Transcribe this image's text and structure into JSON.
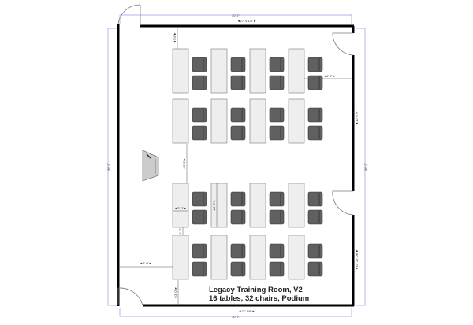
{
  "caption": {
    "title": "Legacy Training Room, V2",
    "subtitle": "16 tables, 32 chairs, Podium"
  },
  "dimensions": {
    "outer_width_top": "30' 2\"",
    "inner_width_top": "◄27' 4 1/8\"►",
    "outer_width_bottom": "30' 2\"",
    "inner_width_bottom": "◄27' 1/8\"►",
    "outer_height_left": "30' 0\"",
    "outer_height_right": "30' 0\"",
    "wall_to_table_top": "◄3'0\"►",
    "table_to_right_wall": "◄6' 0\"►",
    "right_upper": "◄10' 6\"►",
    "right_lower": "◄10' 10 1/8\"►",
    "aisle_gap": "◄5' 0\"►",
    "table_width": "◄2' 0\"►",
    "table_length": "◄6' 0\"►",
    "table_gap": "1' 0\"",
    "left_to_table": "◄7' 0\"►",
    "bottom_to_table": "◄3' 0\"►"
  },
  "colors": {
    "wall": "#000000",
    "table_fill": "#eeeeee",
    "chair_fill": "#606060",
    "dimension_line": "#9999ee",
    "podium_fill": "#cccccc"
  }
}
